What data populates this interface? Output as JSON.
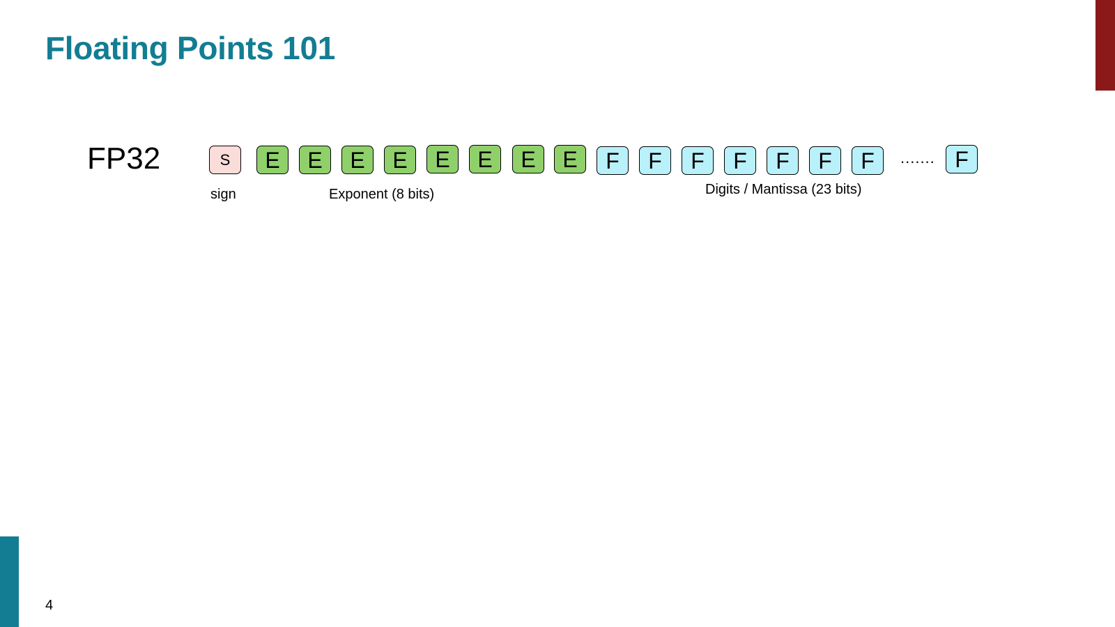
{
  "slide": {
    "title": "Floating Points 101",
    "page_number": "4"
  },
  "diagram": {
    "format_label": "FP32",
    "bits": {
      "sign": [
        "S"
      ],
      "exponent": [
        "E",
        "E",
        "E",
        "E",
        "E",
        "E",
        "E",
        "E"
      ],
      "mantissa_visible": [
        "F",
        "F",
        "F",
        "F",
        "F",
        "F",
        "F"
      ],
      "ellipsis": ".......",
      "mantissa_last": "F"
    },
    "labels": {
      "sign": "sign",
      "exponent": "Exponent (8 bits)",
      "mantissa": "Digits / Mantissa (23 bits)"
    },
    "colors": {
      "title": "#127d93",
      "sign_fill": "#fadcd8",
      "exponent_fill": "#8fd06b",
      "mantissa_fill": "#b9f1fa",
      "accent_red": "#8b1919",
      "accent_teal": "#127d93"
    }
  }
}
